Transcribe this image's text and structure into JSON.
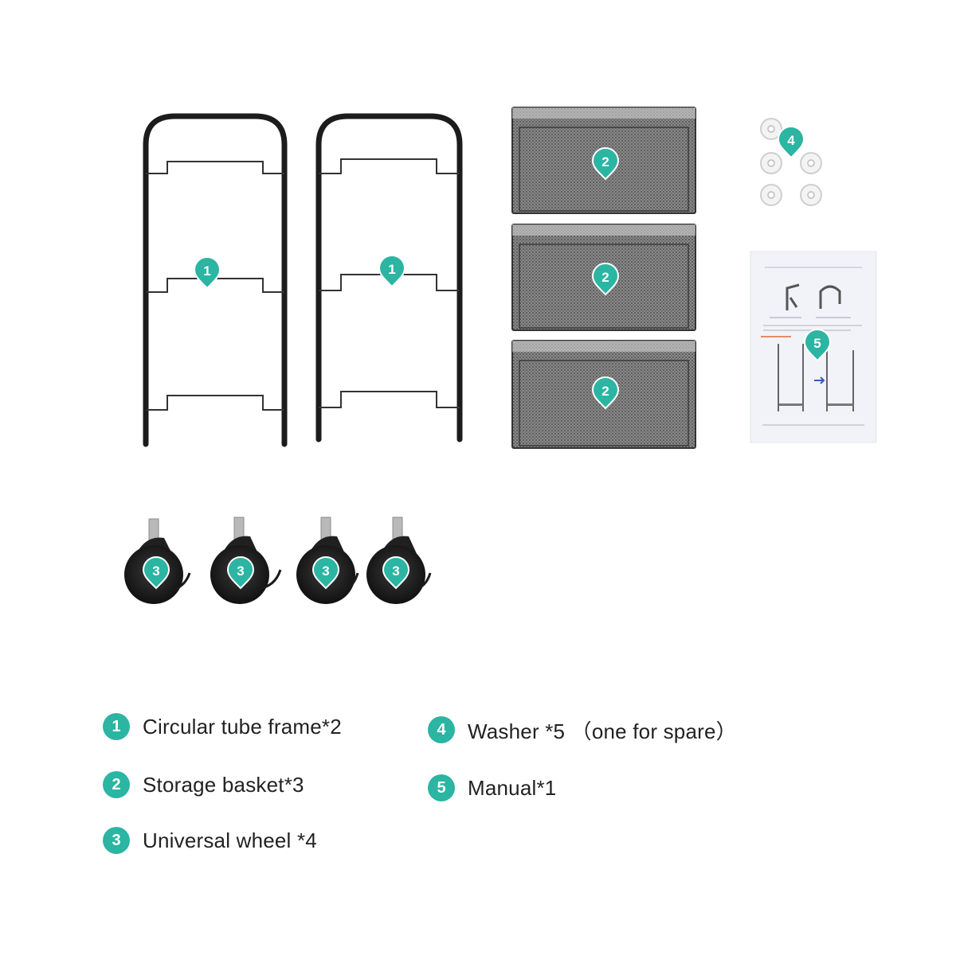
{
  "colors": {
    "accent": "#2bb5a2",
    "frame": "#1c1c1c",
    "basket": "#666666",
    "wheel": "#141414",
    "manual_bg": "#f1f3f8"
  },
  "markers": {
    "frame": "1",
    "basket": "2",
    "wheel": "3",
    "washer": "4",
    "manual": "5"
  },
  "legend": [
    {
      "number": "1",
      "label": "Circular tube frame*2"
    },
    {
      "number": "2",
      "label": "Storage basket*3"
    },
    {
      "number": "3",
      "label": "Universal wheel *4"
    },
    {
      "number": "4",
      "label": "Washer *5 （one for spare）"
    },
    {
      "number": "5",
      "label": "Manual*1"
    }
  ]
}
